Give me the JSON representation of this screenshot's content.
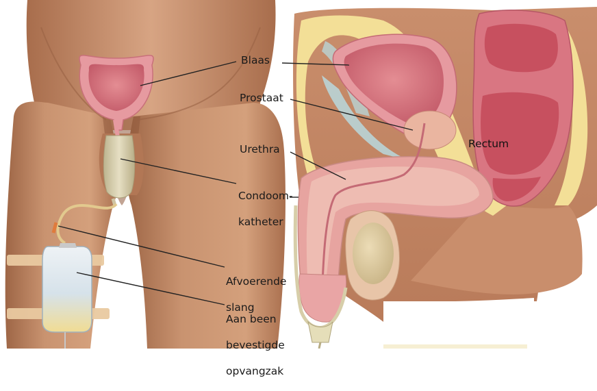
{
  "labels": {
    "blaas": "Blaas",
    "prostaat": "Prostaat",
    "urethra": "Urethra",
    "condoom": [
      "Condoom-",
      "katheter"
    ],
    "afvoer": [
      "Afvoerende",
      "slang"
    ],
    "zak": [
      "Aan been",
      "bevestigde",
      "opvangzak"
    ],
    "rectum": "Rectum"
  },
  "colors": {
    "skin": "#c9906a",
    "skin_dark": "#a86d4c",
    "bladder_outer": "#e59aa0",
    "bladder_inner": "#cf6f7a",
    "fat": "#f3e09a",
    "catheter": "#d9d2b4",
    "bag": "#dfe8ef",
    "urine": "#f0d890",
    "leader": "#222222"
  }
}
